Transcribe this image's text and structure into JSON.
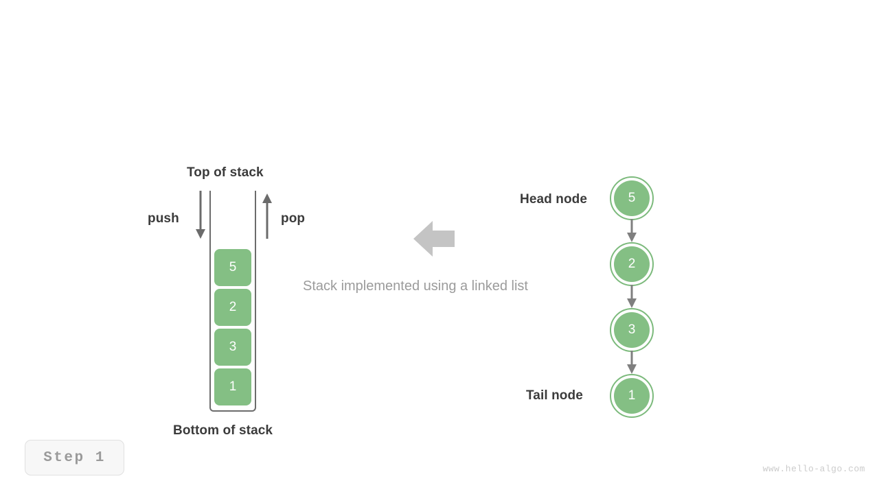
{
  "diagram": {
    "title_caption": "Stack implemented using a linked list",
    "watermark": "www.hello-algo.com",
    "step_badge": "Step  1",
    "accent_green": "#84bf84",
    "node_ring_green": "#7cba7c",
    "arrow_gray": "#6b6b6b",
    "muted_gray": "#9b9b9b",
    "big_arrow_gray": "#c4c4c4",
    "text_dark": "#3b3b3b"
  },
  "stack": {
    "top_label": "Top of stack",
    "bottom_label": "Bottom of stack",
    "push_label": "push",
    "pop_label": "pop",
    "cells": [
      {
        "value": "5"
      },
      {
        "value": "2"
      },
      {
        "value": "3"
      },
      {
        "value": "1"
      }
    ]
  },
  "linked_list": {
    "head_label": "Head node",
    "tail_label": "Tail node",
    "nodes": [
      {
        "value": "5"
      },
      {
        "value": "2"
      },
      {
        "value": "3"
      },
      {
        "value": "1"
      }
    ]
  }
}
